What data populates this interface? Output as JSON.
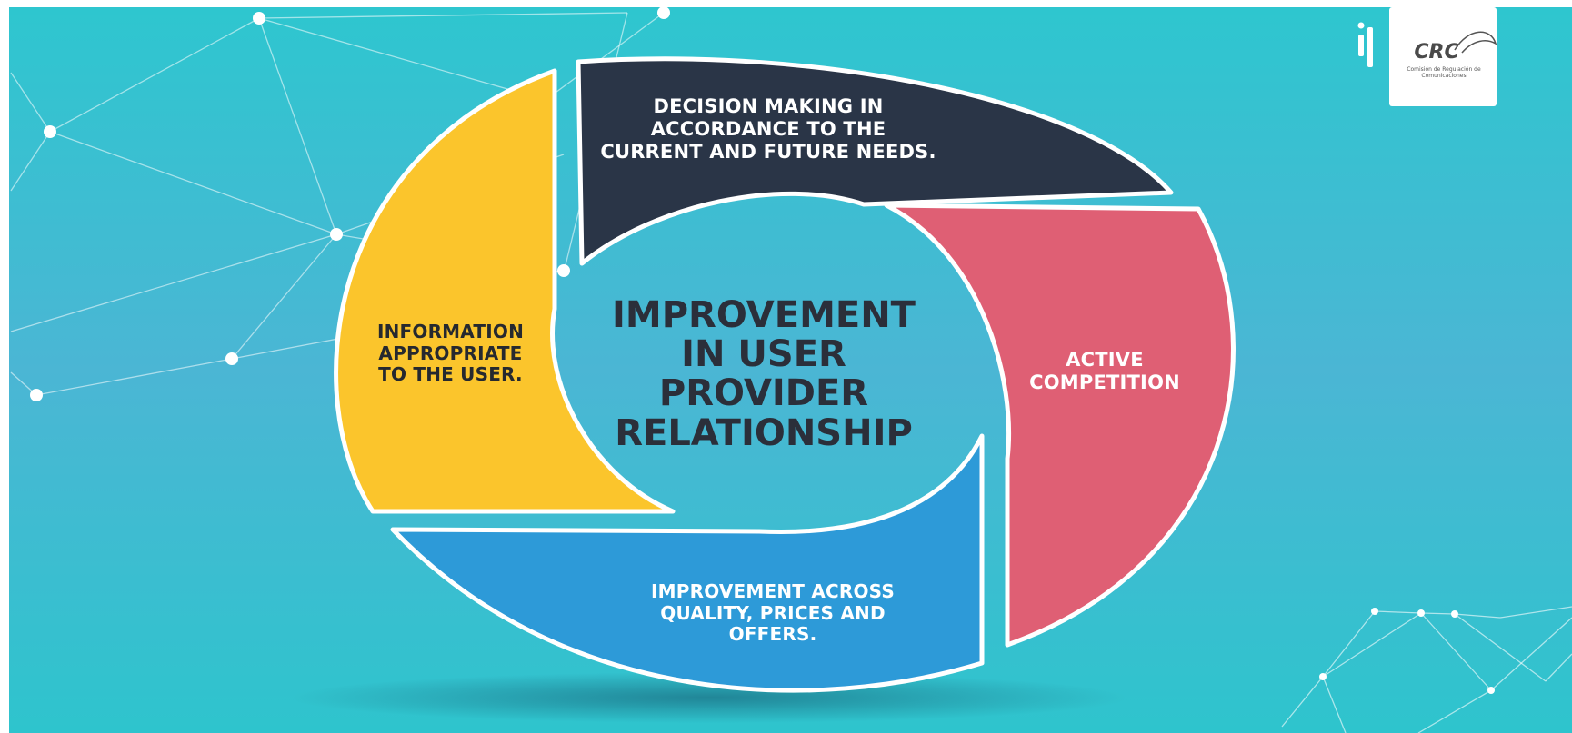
{
  "center": {
    "lines": [
      "IMPROVEMENT",
      "IN USER",
      "PROVIDER",
      "RELATIONSHIP"
    ]
  },
  "segments": {
    "dark": {
      "lines": [
        "DECISION MAKING IN",
        "ACCORDANCE TO THE",
        "CURRENT AND FUTURE NEEDS."
      ],
      "color": "#2a3547"
    },
    "yellow": {
      "lines": [
        "INFORMATION",
        "APPROPRIATE",
        "TO THE USER."
      ],
      "color": "#fbc52c"
    },
    "red": {
      "lines": [
        "ACTIVE",
        "COMPETITION"
      ],
      "color": "#df5f74"
    },
    "blue": {
      "lines": [
        "IMPROVEMENT ACROSS",
        "QUALITY, PRICES AND",
        "OFFERS."
      ],
      "color": "#2d9ad8"
    }
  },
  "logo": {
    "wordmark": "CRC",
    "subtitle": "Comisión de Regulación de Comunicaciones"
  },
  "colors": {
    "background_top": "#2fc5ce",
    "background_mid": "#47b4d3",
    "network": "#ffffff"
  }
}
